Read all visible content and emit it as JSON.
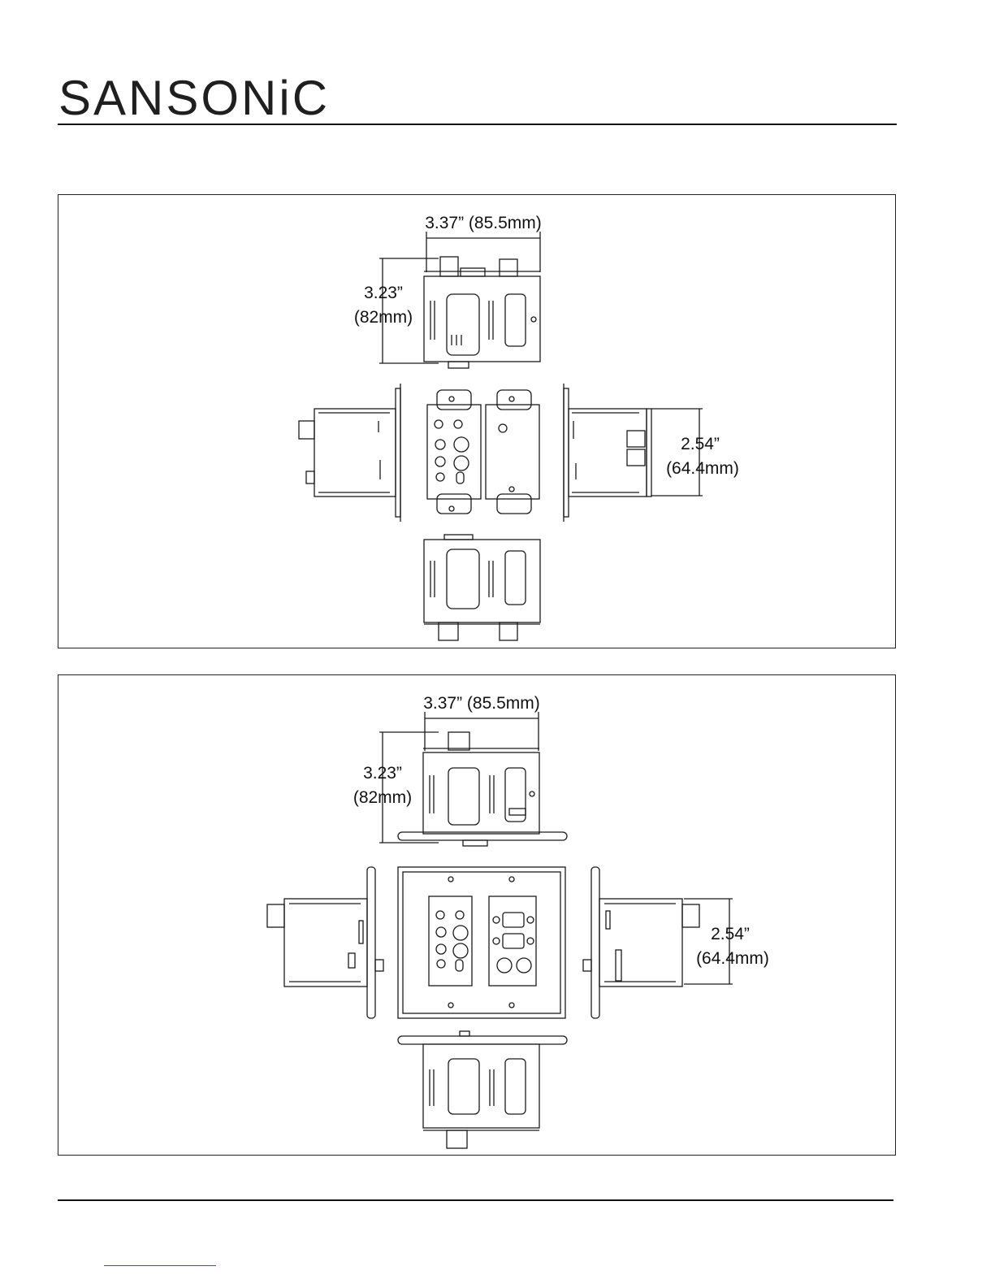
{
  "brand": {
    "logo_text": "SANSONiC"
  },
  "panel1": {
    "width_label": "3.37” (85.5mm)",
    "height_label_in": "3.23”",
    "height_label_mm": "(82mm)",
    "depth_label_in": "2.54”",
    "depth_label_mm": "(64.4mm)"
  },
  "panel2": {
    "width_label": "3.37” (85.5mm)",
    "height_label_in": "3.23”",
    "height_label_mm": "(82mm)",
    "depth_label_in": "2.54”",
    "depth_label_mm": "(64.4mm)"
  }
}
